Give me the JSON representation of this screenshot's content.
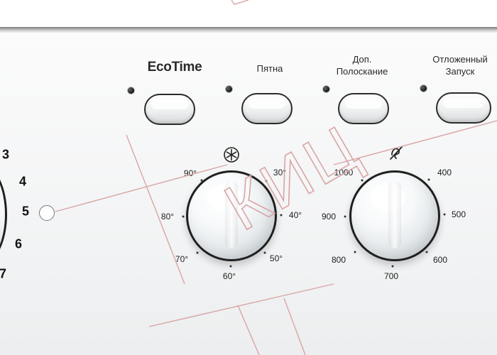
{
  "buttons": [
    {
      "id": "ecotime",
      "label": "EcoTime"
    },
    {
      "id": "stains",
      "label": "Пятна"
    },
    {
      "id": "extra_rinse",
      "label_line1": "Доп.",
      "label_line2": "Полоскание"
    },
    {
      "id": "delay_start",
      "label_line1": "Отложенный",
      "label_line2": "Запуск"
    }
  ],
  "temperature_dial": {
    "icon": "snowflake-icon",
    "labels": {
      "t90": "90°",
      "t30": "30°",
      "t80": "80°",
      "t40": "40°",
      "t70": "70°",
      "t50": "50°",
      "t60": "60°"
    }
  },
  "spin_dial": {
    "icon": "no-spin-icon",
    "labels": {
      "s1000": "1000",
      "s400": "400",
      "s900": "900",
      "s500": "500",
      "s800": "800",
      "s600": "600",
      "s700": "700"
    }
  },
  "program_numbers": {
    "p3": "3",
    "p4": "4",
    "p5": "5",
    "p6": "6",
    "p7": "7"
  },
  "watermark": {
    "text": "КИЦ",
    "color": "#d9a5a5"
  }
}
